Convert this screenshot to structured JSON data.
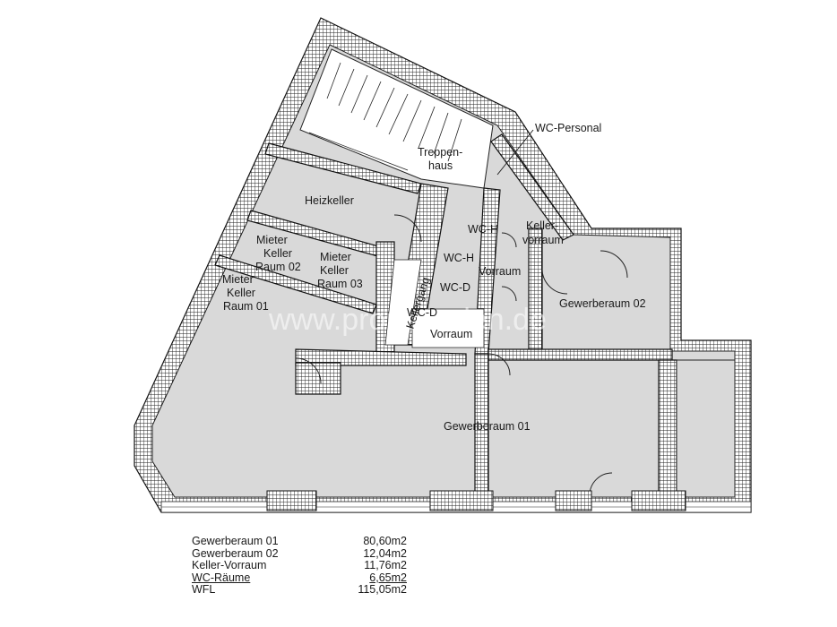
{
  "plan": {
    "rooms": {
      "treppenhaus_1": "Treppen-",
      "treppenhaus_2": "haus",
      "heizkeller": "Heizkeller",
      "mieter02_1": "Mieter",
      "mieter02_2": "Keller",
      "mieter02_3": "Raum 02",
      "mieter03_1": "Mieter",
      "mieter03_2": "Keller",
      "mieter03_3": "Raum 03",
      "mieter01_1": "Mieter",
      "mieter01_2": "Keller",
      "mieter01_3": "Raum 01",
      "kellergang": "Kellergang",
      "wc_h_upper": "WC-H",
      "wc_h_lower": "WC-H",
      "wc_d_upper": "WC-D",
      "wc_d_lower": "WC-D",
      "vorraum_upper": "Vorraum",
      "vorraum_lower": "Vorraum",
      "kellervorraum_1": "Keller-",
      "kellervorraum_2": "vorraum",
      "wc_personal": "WC-Personal",
      "gewerberaum02": "Gewerberaum 02",
      "gewerberaum01": "Gewerberaum 01"
    },
    "watermark": "www.propertyden.de"
  },
  "legend": [
    {
      "name": "Gewerberaum 01",
      "value": "80,60m2",
      "underline": false
    },
    {
      "name": "Gewerberaum 02",
      "value": "12,04m2",
      "underline": false
    },
    {
      "name": "Keller-Vorraum",
      "value": "11,76m2",
      "underline": false
    },
    {
      "name": "WC-Räume",
      "value": "6,65m2",
      "underline": true
    },
    {
      "name": "WFL",
      "value": "115,05m2",
      "underline": false
    }
  ]
}
